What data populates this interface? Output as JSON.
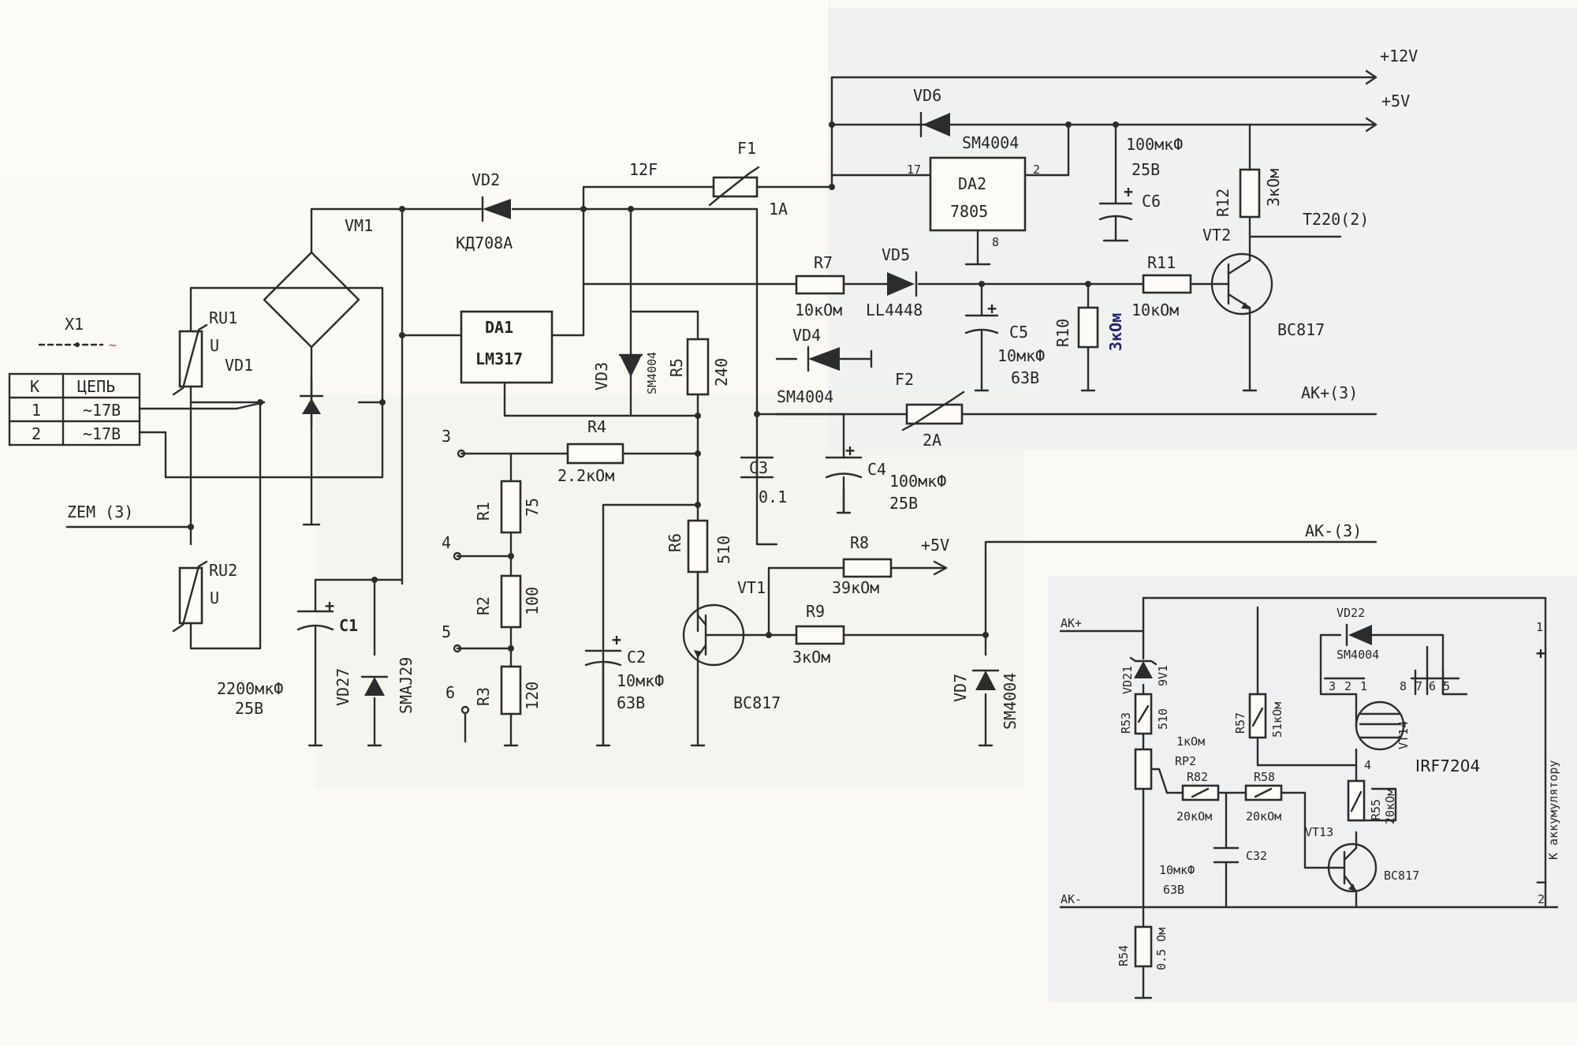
{
  "rails": {
    "v12": "+12V",
    "v5": "+5V",
    "ak_plus": "AK+(3)",
    "ak_minus": "AK-(3)",
    "zem": "ZEM (3)",
    "net12": "12F",
    "batt_plus": "AK+",
    "batt_minus": "AK-",
    "plus5v_r8": "+5V"
  },
  "connector": {
    "ref": "X1",
    "header_k": "K",
    "header_signal": "ЦЕПЬ",
    "rows": [
      {
        "k": "1",
        "signal": "~17В"
      },
      {
        "k": "2",
        "signal": "~17В"
      }
    ]
  },
  "pins": {
    "p3": "3",
    "p4": "4",
    "p5": "5",
    "p6": "6"
  },
  "components": {
    "ru1": {
      "ref": "RU1",
      "mark": "U"
    },
    "ru2": {
      "ref": "RU2",
      "mark": "U"
    },
    "vd1": {
      "ref": "VD1"
    },
    "vm1": {
      "ref": "VM1"
    },
    "c1": {
      "ref": "C1",
      "value": "2200мкФ",
      "voltage": "25В"
    },
    "vd27": {
      "ref": "VD27",
      "part": "SMAJ29"
    },
    "vd2": {
      "ref": "VD2",
      "part": "КД708А"
    },
    "da1": {
      "ref": "DA1",
      "part": "LM317"
    },
    "vd3": {
      "ref": "VD3",
      "part": "SM4004"
    },
    "r5": {
      "ref": "R5",
      "value": "240"
    },
    "r4": {
      "ref": "R4",
      "value": "2.2кОм"
    },
    "r1": {
      "ref": "R1",
      "value": "75"
    },
    "r2": {
      "ref": "R2",
      "value": "100"
    },
    "r3": {
      "ref": "R3",
      "value": "120"
    },
    "c2": {
      "ref": "C2",
      "value": "10мкФ",
      "voltage": "63В"
    },
    "r6": {
      "ref": "R6",
      "value": "510"
    },
    "vt1": {
      "ref": "VT1",
      "part": "BC817"
    },
    "f1": {
      "ref": "F1",
      "value": "1A"
    },
    "c3": {
      "ref": "C3",
      "value": "0.1"
    },
    "c4": {
      "ref": "C4",
      "value": "100мкФ",
      "voltage": "25В"
    },
    "vd4": {
      "ref": "VD4",
      "part": "SM4004"
    },
    "f2": {
      "ref": "F2",
      "value": "2A"
    },
    "r7": {
      "ref": "R7",
      "value": "10кОм"
    },
    "vd5": {
      "ref": "VD5",
      "part": "LL4448"
    },
    "c5": {
      "ref": "C5",
      "value": "10мкФ",
      "voltage": "63В"
    },
    "r10": {
      "ref": "R10",
      "value": "3кОм"
    },
    "r11": {
      "ref": "R11",
      "value": "10кОм"
    },
    "vt2": {
      "ref": "VT2",
      "part": "BC817",
      "note": "T220(2)"
    },
    "r12": {
      "ref": "R12",
      "value": "3кОм"
    },
    "vd6": {
      "ref": "VD6",
      "part": "SM4004"
    },
    "da2": {
      "ref": "DA2",
      "part": "7805",
      "pin_in": "17",
      "pin_out": "2",
      "pin_gnd": "8"
    },
    "c6": {
      "ref": "C6",
      "value": "100мкФ",
      "voltage": "25В"
    },
    "r8": {
      "ref": "R8",
      "value": "39кОм"
    },
    "r9": {
      "ref": "R9",
      "value": "3кОм"
    },
    "vd7": {
      "ref": "VD7",
      "part": "SM4004"
    }
  },
  "sub": {
    "vd21": {
      "ref": "VD21",
      "value": "9V1"
    },
    "r53": {
      "ref": "R53",
      "value": "510"
    },
    "rp2": {
      "ref": "RP2",
      "value": "1кОм"
    },
    "r82": {
      "ref": "R82",
      "value": "20кОм"
    },
    "c32": {
      "ref": "C32",
      "value": "10мкФ",
      "voltage": "63В"
    },
    "r54": {
      "ref": "R54",
      "value": "0.5 Ом"
    },
    "vd22": {
      "ref": "VD22",
      "part": "SM4004"
    },
    "r57": {
      "ref": "R57",
      "value": "51кОм"
    },
    "r58": {
      "ref": "R58",
      "value": "20кОм"
    },
    "r55": {
      "ref": "R55",
      "value": "20кОм"
    },
    "vt13": {
      "ref": "VT13",
      "part": "BC817"
    },
    "vt14": {
      "ref": "VT14",
      "part": "IRF7204",
      "pins": [
        "3",
        "2",
        "1",
        "8",
        "7",
        "6",
        "5",
        "4"
      ]
    },
    "battery": {
      "label": "К аккумулятору",
      "pin1": "1",
      "pin2": "2",
      "plus": "+",
      "minus": "−"
    }
  }
}
